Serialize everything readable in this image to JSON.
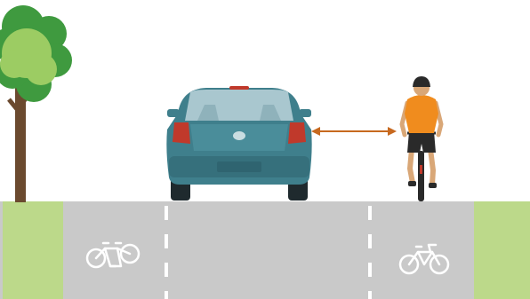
{
  "scene": {
    "colors": {
      "background": "#ffffff",
      "road": "#c9c9c9",
      "verge": "#bcd98a",
      "lane_marking": "#ffffff",
      "tree_foliage_dark": "#3f9a3f",
      "tree_foliage_light": "#9ccc63",
      "tree_trunk": "#6b4a2f",
      "car_body": "#3f7f8c",
      "car_window": "#a9c7cf",
      "car_taillight": "#c0392b",
      "cyclist_jersey": "#f08c1e",
      "cyclist_shorts": "#2a2a2a",
      "passing_distance_arrow": "#c7691f"
    },
    "elements": [
      {
        "name": "tree",
        "icon": "tree-icon"
      },
      {
        "name": "car-rear-view",
        "icon": "car-icon"
      },
      {
        "name": "passing-distance-arrow",
        "icon": "double-arrow-icon"
      },
      {
        "name": "cyclist-rear-view",
        "icon": "cyclist-icon"
      },
      {
        "name": "tandem-bicycle-road-marking",
        "icon": "tandem-bicycle-icon"
      },
      {
        "name": "bicycle-road-marking",
        "icon": "bicycle-icon"
      }
    ]
  }
}
